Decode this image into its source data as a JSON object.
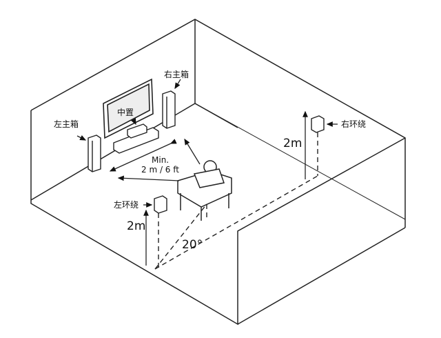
{
  "labels": {
    "left_main": "左主箱",
    "right_main": "右主箱",
    "center": "中置",
    "min_line1": "Min.",
    "min_line2": "2 m / 6 ft",
    "left_surround": "左环绕",
    "right_surround": "右环绕",
    "height_left": "2m",
    "height_right": "2m",
    "angle": "20°"
  }
}
